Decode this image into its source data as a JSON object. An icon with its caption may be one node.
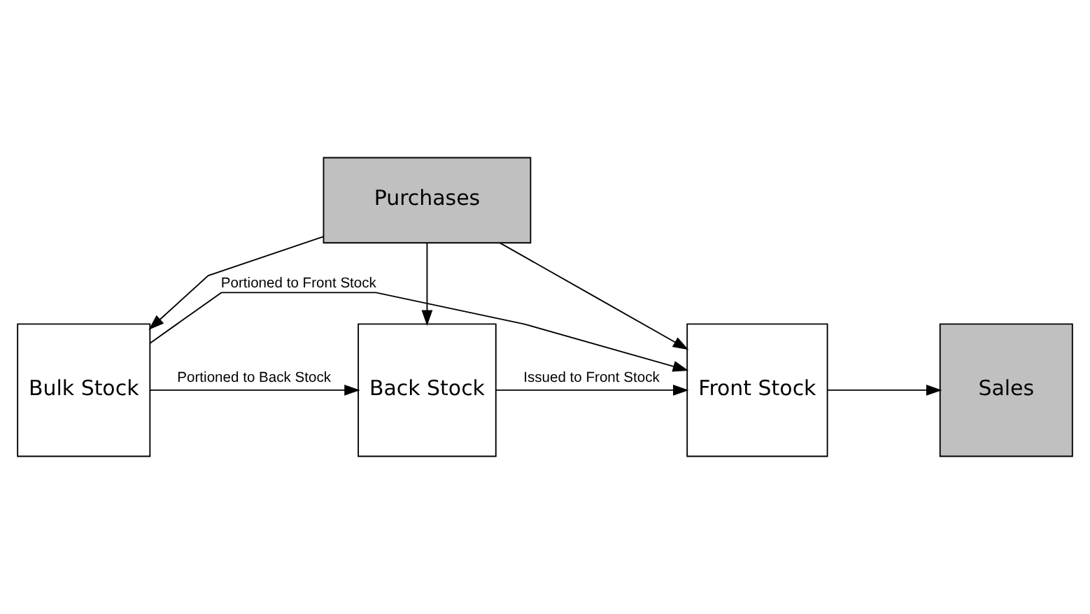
{
  "diagram": {
    "nodes": [
      {
        "text": [
          "Purchases"
        ]
      },
      {
        "text": [
          "Bulk Stock"
        ]
      },
      {
        "text": [
          "Back Stock"
        ]
      },
      {
        "text": [
          "Front Stock"
        ]
      },
      {
        "text": [
          "Sales"
        ]
      }
    ],
    "edges": [
      {
        "from": 0,
        "to": 1,
        "arrow": "to"
      },
      {
        "from": 0,
        "to": 2,
        "arrow": "to"
      },
      {
        "from": 0,
        "to": 3,
        "arrow": "to"
      },
      {
        "from": 3,
        "to": 4,
        "arrow": "to"
      },
      {
        "from": 1,
        "to": 2,
        "arrow": "to",
        "label": "Portioned to Back Stock"
      },
      {
        "from": 2,
        "to": 3,
        "arrow": "to",
        "label": "Issued to Front Stock"
      },
      {
        "from": 1,
        "to": 3,
        "arrow": "to",
        "label": "Portioned to Front Stock"
      }
    ]
  }
}
